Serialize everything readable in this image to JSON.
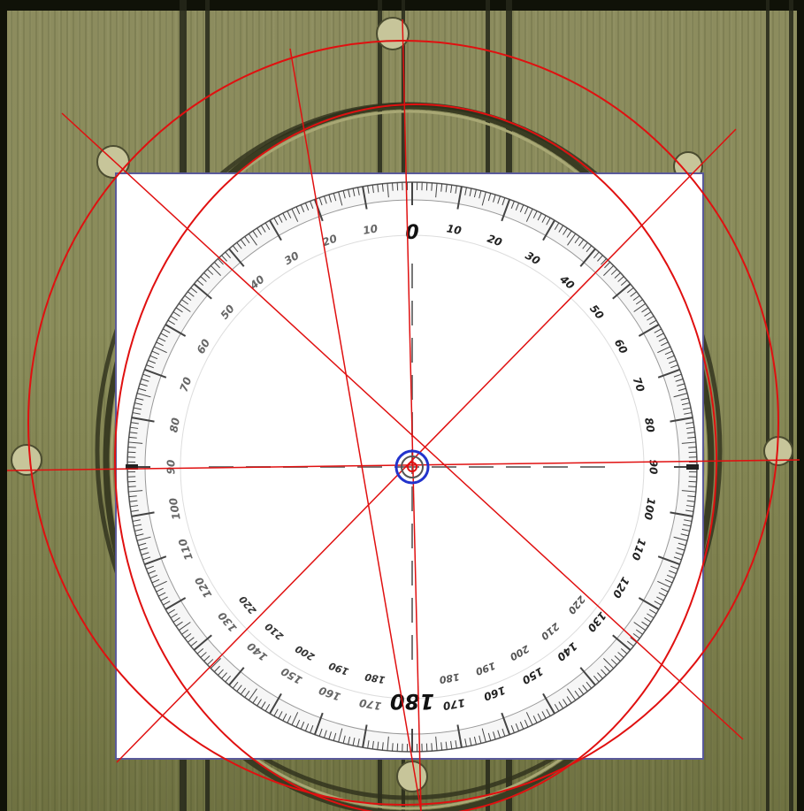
{
  "scene": {
    "description_colors": {
      "field": "#8a8c5a",
      "tramline": "#26281a",
      "overlay_red": "#e01010",
      "center_blue": "#2233cc",
      "protractor_border": "#5a5a9a"
    }
  },
  "protractor": {
    "major_labels": [
      "0",
      "180"
    ],
    "right_labels": [
      "10",
      "20",
      "30",
      "40",
      "50",
      "60",
      "70",
      "80",
      "90",
      "100",
      "110",
      "120",
      "130",
      "140",
      "150",
      "160",
      "170"
    ],
    "left_labels": [
      "10",
      "20",
      "30",
      "40",
      "50",
      "60",
      "70",
      "80",
      "90",
      "100",
      "110",
      "120",
      "130",
      "140",
      "150",
      "160",
      "170"
    ],
    "inner_bottom_right": [
      "180",
      "190",
      "200",
      "210",
      "220"
    ],
    "inner_bottom_left": [
      "180",
      "190",
      "200",
      "210",
      "220"
    ]
  }
}
